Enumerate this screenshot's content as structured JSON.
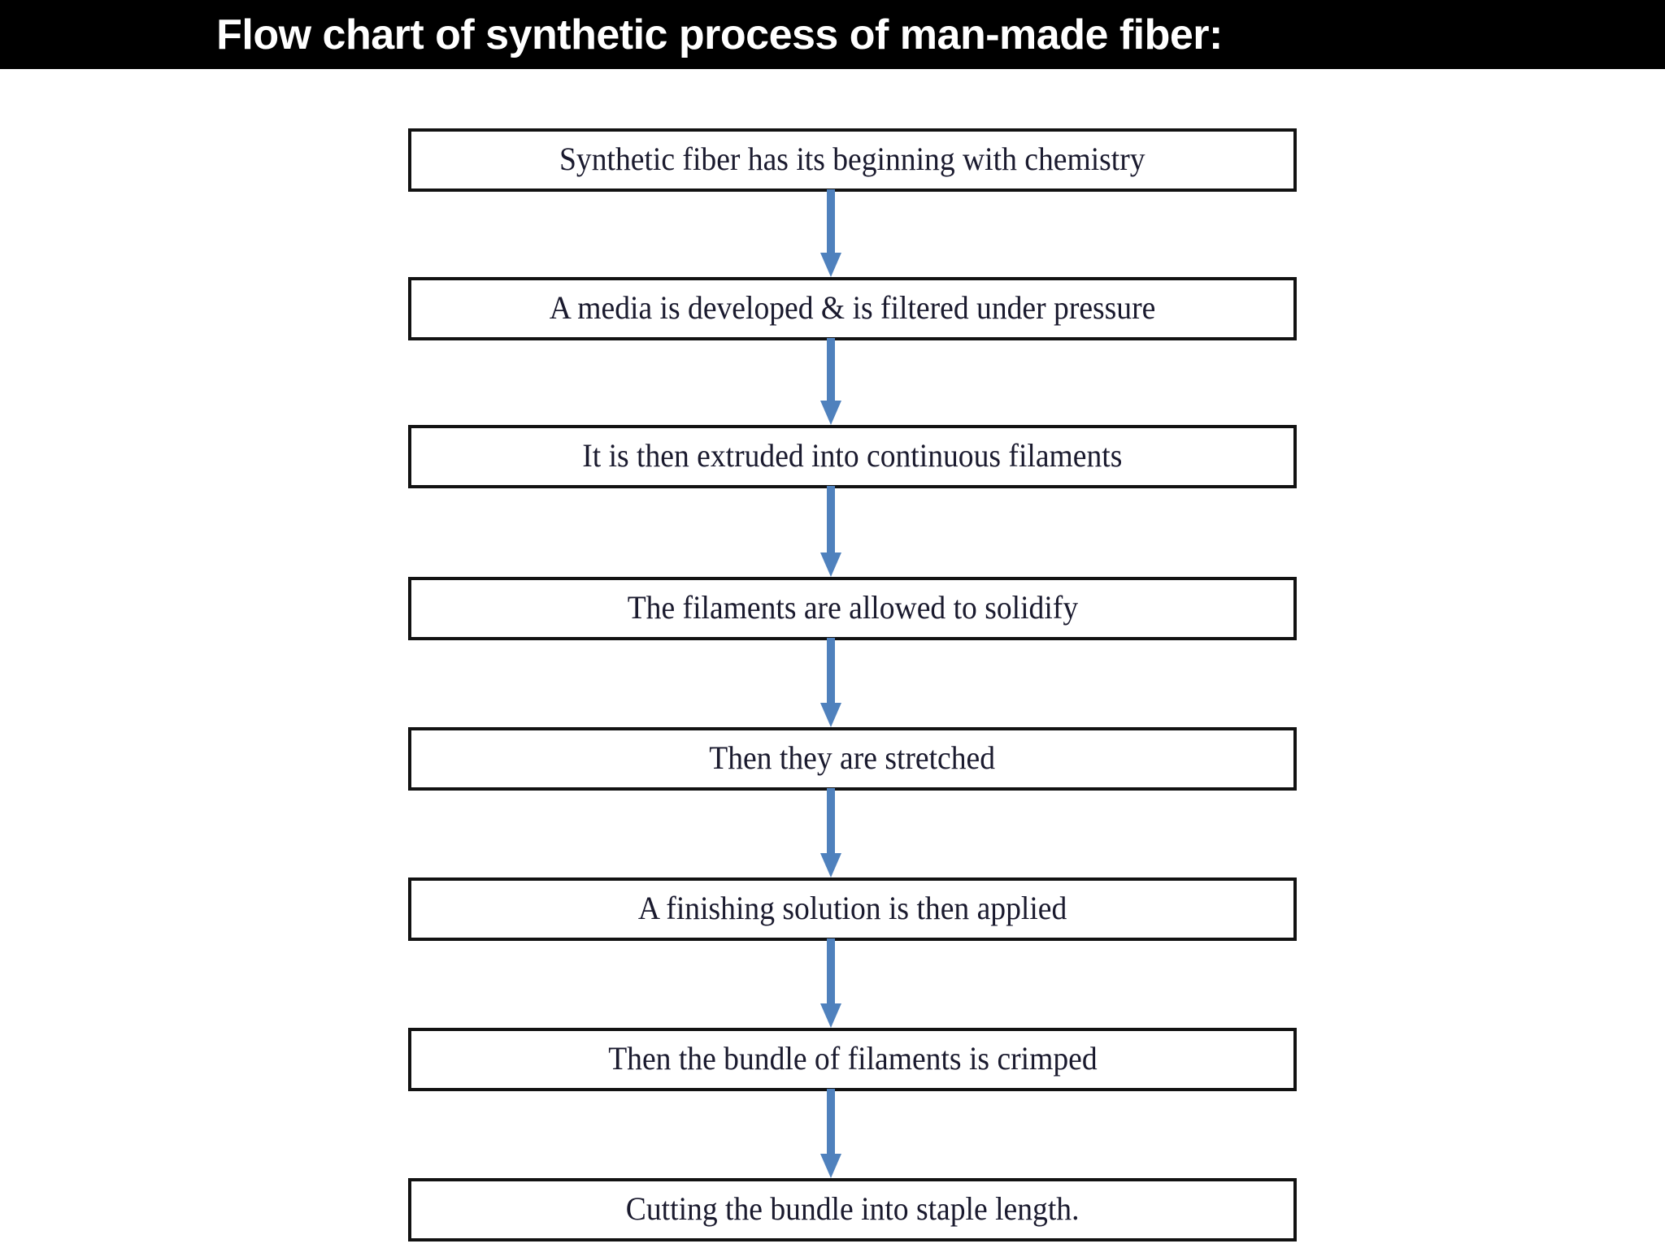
{
  "title": {
    "text": "Flow chart of synthetic process of man-made fiber:",
    "background_color": "#000000",
    "text_color": "#FFFFFF"
  },
  "theme": {
    "page_background": "#FFFFFF",
    "box_fill": "#FFFFFF",
    "box_border_color": "#121212",
    "box_text_color": "#1A1A2E",
    "arrow_color": "#4F81BD"
  },
  "chart_data": {
    "type": "diagram",
    "diagram_type": "vertical-flowchart",
    "title": "Flow chart of synthetic process of man-made fiber:",
    "orientation": "top-to-bottom",
    "node_count": 8,
    "connector_count": 7,
    "nodes": [
      {
        "id": "step-1",
        "order": 1,
        "label": "Synthetic fiber has its beginning with chemistry"
      },
      {
        "id": "step-2",
        "order": 2,
        "label": "A media is developed & is filtered under pressure"
      },
      {
        "id": "step-3",
        "order": 3,
        "label": "It is then extruded into continuous filaments"
      },
      {
        "id": "step-4",
        "order": 4,
        "label": "The filaments are allowed to solidify"
      },
      {
        "id": "step-5",
        "order": 5,
        "label": "Then they are stretched"
      },
      {
        "id": "step-6",
        "order": 6,
        "label": "A finishing solution is then applied"
      },
      {
        "id": "step-7",
        "order": 7,
        "label": "Then the bundle of filaments is crimped"
      },
      {
        "id": "step-8",
        "order": 8,
        "label": "Cutting the bundle into staple length."
      }
    ],
    "edges": [
      {
        "from": "step-1",
        "to": "step-2",
        "style": "arrow-down"
      },
      {
        "from": "step-2",
        "to": "step-3",
        "style": "arrow-down"
      },
      {
        "from": "step-3",
        "to": "step-4",
        "style": "arrow-down"
      },
      {
        "from": "step-4",
        "to": "step-5",
        "style": "arrow-down"
      },
      {
        "from": "step-5",
        "to": "step-6",
        "style": "arrow-down"
      },
      {
        "from": "step-6",
        "to": "step-7",
        "style": "arrow-down"
      },
      {
        "from": "step-7",
        "to": "step-8",
        "style": "arrow-down"
      }
    ]
  }
}
